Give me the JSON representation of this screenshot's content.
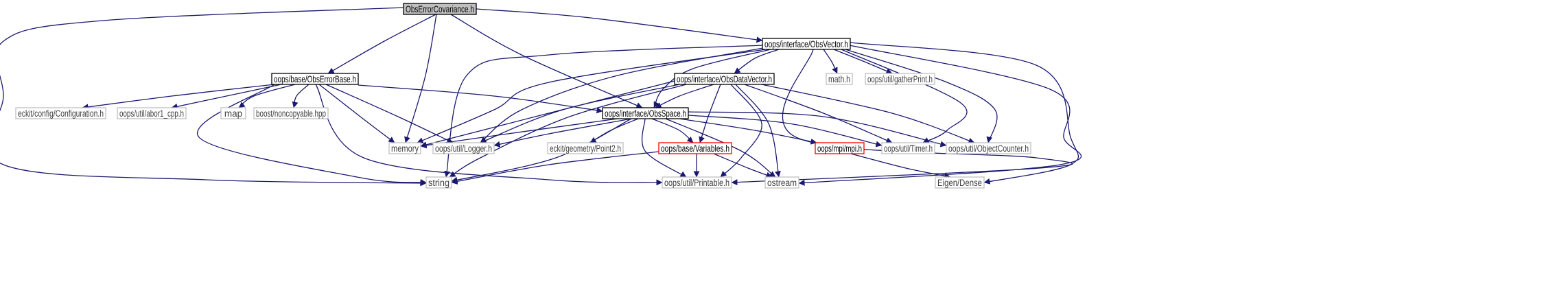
{
  "colors": {
    "edge": "#191970",
    "root_fill": "#bfbfbf",
    "normal_border": "#000000",
    "external_border": "#bfbfbf",
    "external_text": "#404040",
    "incomplete_border": "#ff0000"
  },
  "nodes": {
    "obs_error_covariance": {
      "label": "ObsErrorCovariance.h",
      "kind": "root"
    },
    "obs_vector": {
      "label": "oops/interface/ObsVector.h",
      "kind": "normal"
    },
    "obs_error_base": {
      "label": "oops/base/ObsErrorBase.h",
      "kind": "normal"
    },
    "obs_data_vector": {
      "label": "oops/interface/ObsDataVector.h",
      "kind": "normal"
    },
    "obs_space": {
      "label": "oops/interface/ObsSpace.h",
      "kind": "normal"
    },
    "configuration": {
      "label": "eckit/config/Configuration.h",
      "kind": "external"
    },
    "abor1": {
      "label": "oops/util/abor1_cpp.h",
      "kind": "external"
    },
    "map": {
      "label": "map",
      "kind": "external"
    },
    "noncopyable": {
      "label": "boost/noncopyable.hpp",
      "kind": "external"
    },
    "math": {
      "label": "math.h",
      "kind": "external"
    },
    "gather_print": {
      "label": "oops/util/gatherPrint.h",
      "kind": "external"
    },
    "memory": {
      "label": "memory",
      "kind": "external"
    },
    "logger": {
      "label": "oops/util/Logger.h",
      "kind": "external"
    },
    "point2": {
      "label": "eckit/geometry/Point2.h",
      "kind": "external"
    },
    "variables": {
      "label": "oops/base/Variables.h",
      "kind": "incomplete"
    },
    "mpi": {
      "label": "oops/mpi/mpi.h",
      "kind": "incomplete"
    },
    "timer": {
      "label": "oops/util/Timer.h",
      "kind": "external"
    },
    "object_counter": {
      "label": "oops/util/ObjectCounter.h",
      "kind": "external"
    },
    "string": {
      "label": "string",
      "kind": "external"
    },
    "printable": {
      "label": "oops/util/Printable.h",
      "kind": "external"
    },
    "ostream": {
      "label": "ostream",
      "kind": "external"
    },
    "eigen_dense": {
      "label": "Eigen/Dense",
      "kind": "external"
    }
  },
  "edges": [
    [
      "obs_error_covariance",
      "obs_vector"
    ],
    [
      "obs_error_covariance",
      "obs_error_base"
    ],
    [
      "obs_error_covariance",
      "obs_space"
    ],
    [
      "obs_error_covariance",
      "memory"
    ],
    [
      "obs_error_covariance",
      "string"
    ],
    [
      "obs_vector",
      "obs_data_vector"
    ],
    [
      "obs_vector",
      "obs_space"
    ],
    [
      "obs_vector",
      "math"
    ],
    [
      "obs_vector",
      "gather_print"
    ],
    [
      "obs_vector",
      "memory"
    ],
    [
      "obs_vector",
      "logger"
    ],
    [
      "obs_vector",
      "string"
    ],
    [
      "obs_vector",
      "timer"
    ],
    [
      "obs_vector",
      "object_counter"
    ],
    [
      "obs_vector",
      "printable"
    ],
    [
      "obs_vector",
      "ostream"
    ],
    [
      "obs_vector",
      "eigen_dense"
    ],
    [
      "obs_error_base",
      "configuration"
    ],
    [
      "obs_error_base",
      "abor1"
    ],
    [
      "obs_error_base",
      "map"
    ],
    [
      "obs_error_base",
      "noncopyable"
    ],
    [
      "obs_error_base",
      "obs_space"
    ],
    [
      "obs_error_base",
      "memory"
    ],
    [
      "obs_error_base",
      "logger"
    ],
    [
      "obs_error_base",
      "string"
    ],
    [
      "obs_error_base",
      "printable"
    ],
    [
      "obs_data_vector",
      "obs_space"
    ],
    [
      "obs_data_vector",
      "memory"
    ],
    [
      "obs_data_vector",
      "logger"
    ],
    [
      "obs_data_vector",
      "string"
    ],
    [
      "obs_data_vector",
      "variables"
    ],
    [
      "obs_data_vector",
      "printable"
    ],
    [
      "obs_data_vector",
      "ostream"
    ],
    [
      "obs_data_vector",
      "timer"
    ],
    [
      "obs_data_vector",
      "object_counter"
    ],
    [
      "obs_space",
      "memory"
    ],
    [
      "obs_space",
      "logger"
    ],
    [
      "obs_space",
      "point2"
    ],
    [
      "obs_space",
      "variables"
    ],
    [
      "obs_space",
      "mpi"
    ],
    [
      "obs_space",
      "timer"
    ],
    [
      "obs_space",
      "object_counter"
    ],
    [
      "obs_space",
      "string"
    ],
    [
      "obs_space",
      "printable"
    ],
    [
      "obs_space",
      "ostream"
    ],
    [
      "variables",
      "string"
    ],
    [
      "variables",
      "printable"
    ],
    [
      "variables",
      "ostream"
    ],
    [
      "mpi",
      "eigen_dense"
    ]
  ]
}
